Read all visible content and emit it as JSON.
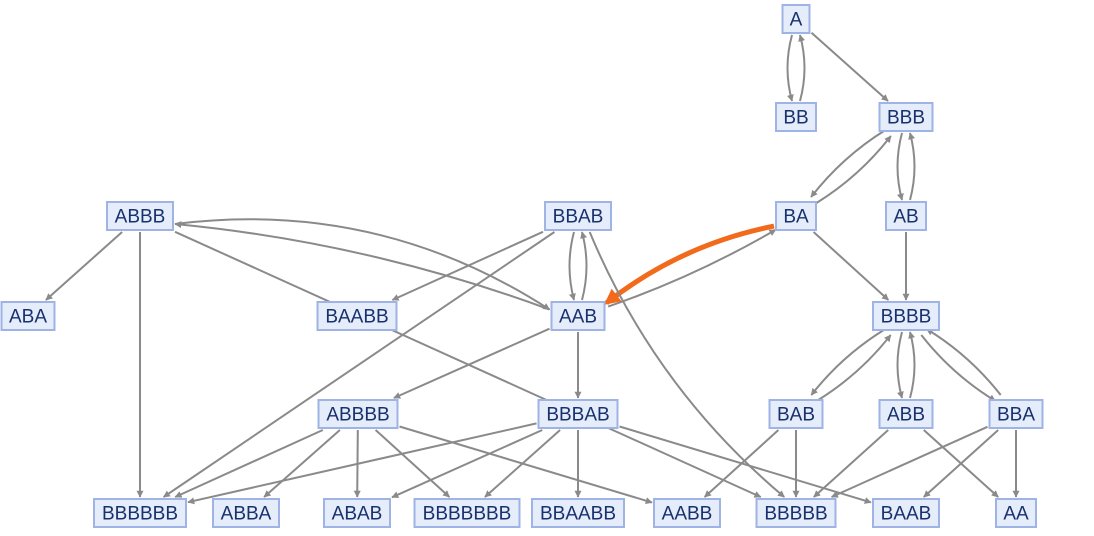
{
  "graph": {
    "colors": {
      "node_fill": "#e5ecfa",
      "node_stroke": "#9fb3e6",
      "label": "#17306e",
      "edge": "#8a8a8a",
      "highlight": "#f26a1b"
    },
    "nodes": [
      {
        "id": "A",
        "label": "A"
      },
      {
        "id": "BB",
        "label": "BB"
      },
      {
        "id": "BBB",
        "label": "BBB"
      },
      {
        "id": "BA",
        "label": "BA"
      },
      {
        "id": "AB",
        "label": "AB"
      },
      {
        "id": "ABBB",
        "label": "ABBB"
      },
      {
        "id": "BBAB",
        "label": "BBAB"
      },
      {
        "id": "ABA",
        "label": "ABA"
      },
      {
        "id": "BAABB",
        "label": "BAABB"
      },
      {
        "id": "AAB",
        "label": "AAB"
      },
      {
        "id": "BBBB",
        "label": "BBBB"
      },
      {
        "id": "ABBBB",
        "label": "ABBBB"
      },
      {
        "id": "BBBAB",
        "label": "BBBAB"
      },
      {
        "id": "BAB",
        "label": "BAB"
      },
      {
        "id": "ABB",
        "label": "ABB"
      },
      {
        "id": "BBA",
        "label": "BBA"
      },
      {
        "id": "BBBBBB",
        "label": "BBBBBB"
      },
      {
        "id": "ABBA",
        "label": "ABBA"
      },
      {
        "id": "ABAB",
        "label": "ABAB"
      },
      {
        "id": "BBBBBBB",
        "label": "BBBBBBB"
      },
      {
        "id": "BBAABB",
        "label": "BBAABB"
      },
      {
        "id": "AABB",
        "label": "AABB"
      },
      {
        "id": "BBBBB",
        "label": "BBBBB"
      },
      {
        "id": "BAAB",
        "label": "BAAB"
      },
      {
        "id": "AA",
        "label": "AA"
      }
    ],
    "edges": [
      {
        "from": "A",
        "to": "BB"
      },
      {
        "from": "BB",
        "to": "A"
      },
      {
        "from": "A",
        "to": "BBB"
      },
      {
        "from": "BBB",
        "to": "BA"
      },
      {
        "from": "BA",
        "to": "BBB"
      },
      {
        "from": "BBB",
        "to": "AB"
      },
      {
        "from": "AB",
        "to": "BBB"
      },
      {
        "from": "BA",
        "to": "BBBB"
      },
      {
        "from": "AB",
        "to": "BBBB"
      },
      {
        "from": "AAB",
        "to": "BA"
      },
      {
        "from": "BA",
        "to": "AAB",
        "highlight": true
      },
      {
        "from": "ABBB",
        "to": "ABA"
      },
      {
        "from": "ABBB",
        "to": "BBBBBB"
      },
      {
        "from": "ABBB",
        "to": "AAB"
      },
      {
        "from": "AAB",
        "to": "ABBB"
      },
      {
        "from": "ABBB",
        "to": "BBBBB"
      },
      {
        "from": "BBAB",
        "to": "BAABB"
      },
      {
        "from": "BBAB",
        "to": "AAB"
      },
      {
        "from": "AAB",
        "to": "BBAB"
      },
      {
        "from": "BBAB",
        "to": "BBBBBB"
      },
      {
        "from": "BBAB",
        "to": "BBBBB"
      },
      {
        "from": "AAB",
        "to": "BBBAB"
      },
      {
        "from": "AAB",
        "to": "ABBBB"
      },
      {
        "from": "ABBBB",
        "to": "ABBA"
      },
      {
        "from": "ABBBB",
        "to": "ABAB"
      },
      {
        "from": "ABBBB",
        "to": "BBBBBBB"
      },
      {
        "from": "ABBBB",
        "to": "AABB"
      },
      {
        "from": "ABBBB",
        "to": "BBBBBB"
      },
      {
        "from": "BBBAB",
        "to": "BBBBBB"
      },
      {
        "from": "BBBAB",
        "to": "ABAB"
      },
      {
        "from": "BBBAB",
        "to": "BBBBBBB"
      },
      {
        "from": "BBBAB",
        "to": "BBAABB"
      },
      {
        "from": "BBBAB",
        "to": "BAAB"
      },
      {
        "from": "BBBB",
        "to": "BAB"
      },
      {
        "from": "BAB",
        "to": "BBBB"
      },
      {
        "from": "BBBB",
        "to": "ABB"
      },
      {
        "from": "ABB",
        "to": "BBBB"
      },
      {
        "from": "BBBB",
        "to": "BBA"
      },
      {
        "from": "BBA",
        "to": "BBBB"
      },
      {
        "from": "BAB",
        "to": "AABB"
      },
      {
        "from": "BAB",
        "to": "BBBBB"
      },
      {
        "from": "ABB",
        "to": "BBBBB"
      },
      {
        "from": "ABB",
        "to": "AA"
      },
      {
        "from": "BBA",
        "to": "BBBBB"
      },
      {
        "from": "BBA",
        "to": "BAAB"
      },
      {
        "from": "BBA",
        "to": "AA"
      }
    ]
  }
}
